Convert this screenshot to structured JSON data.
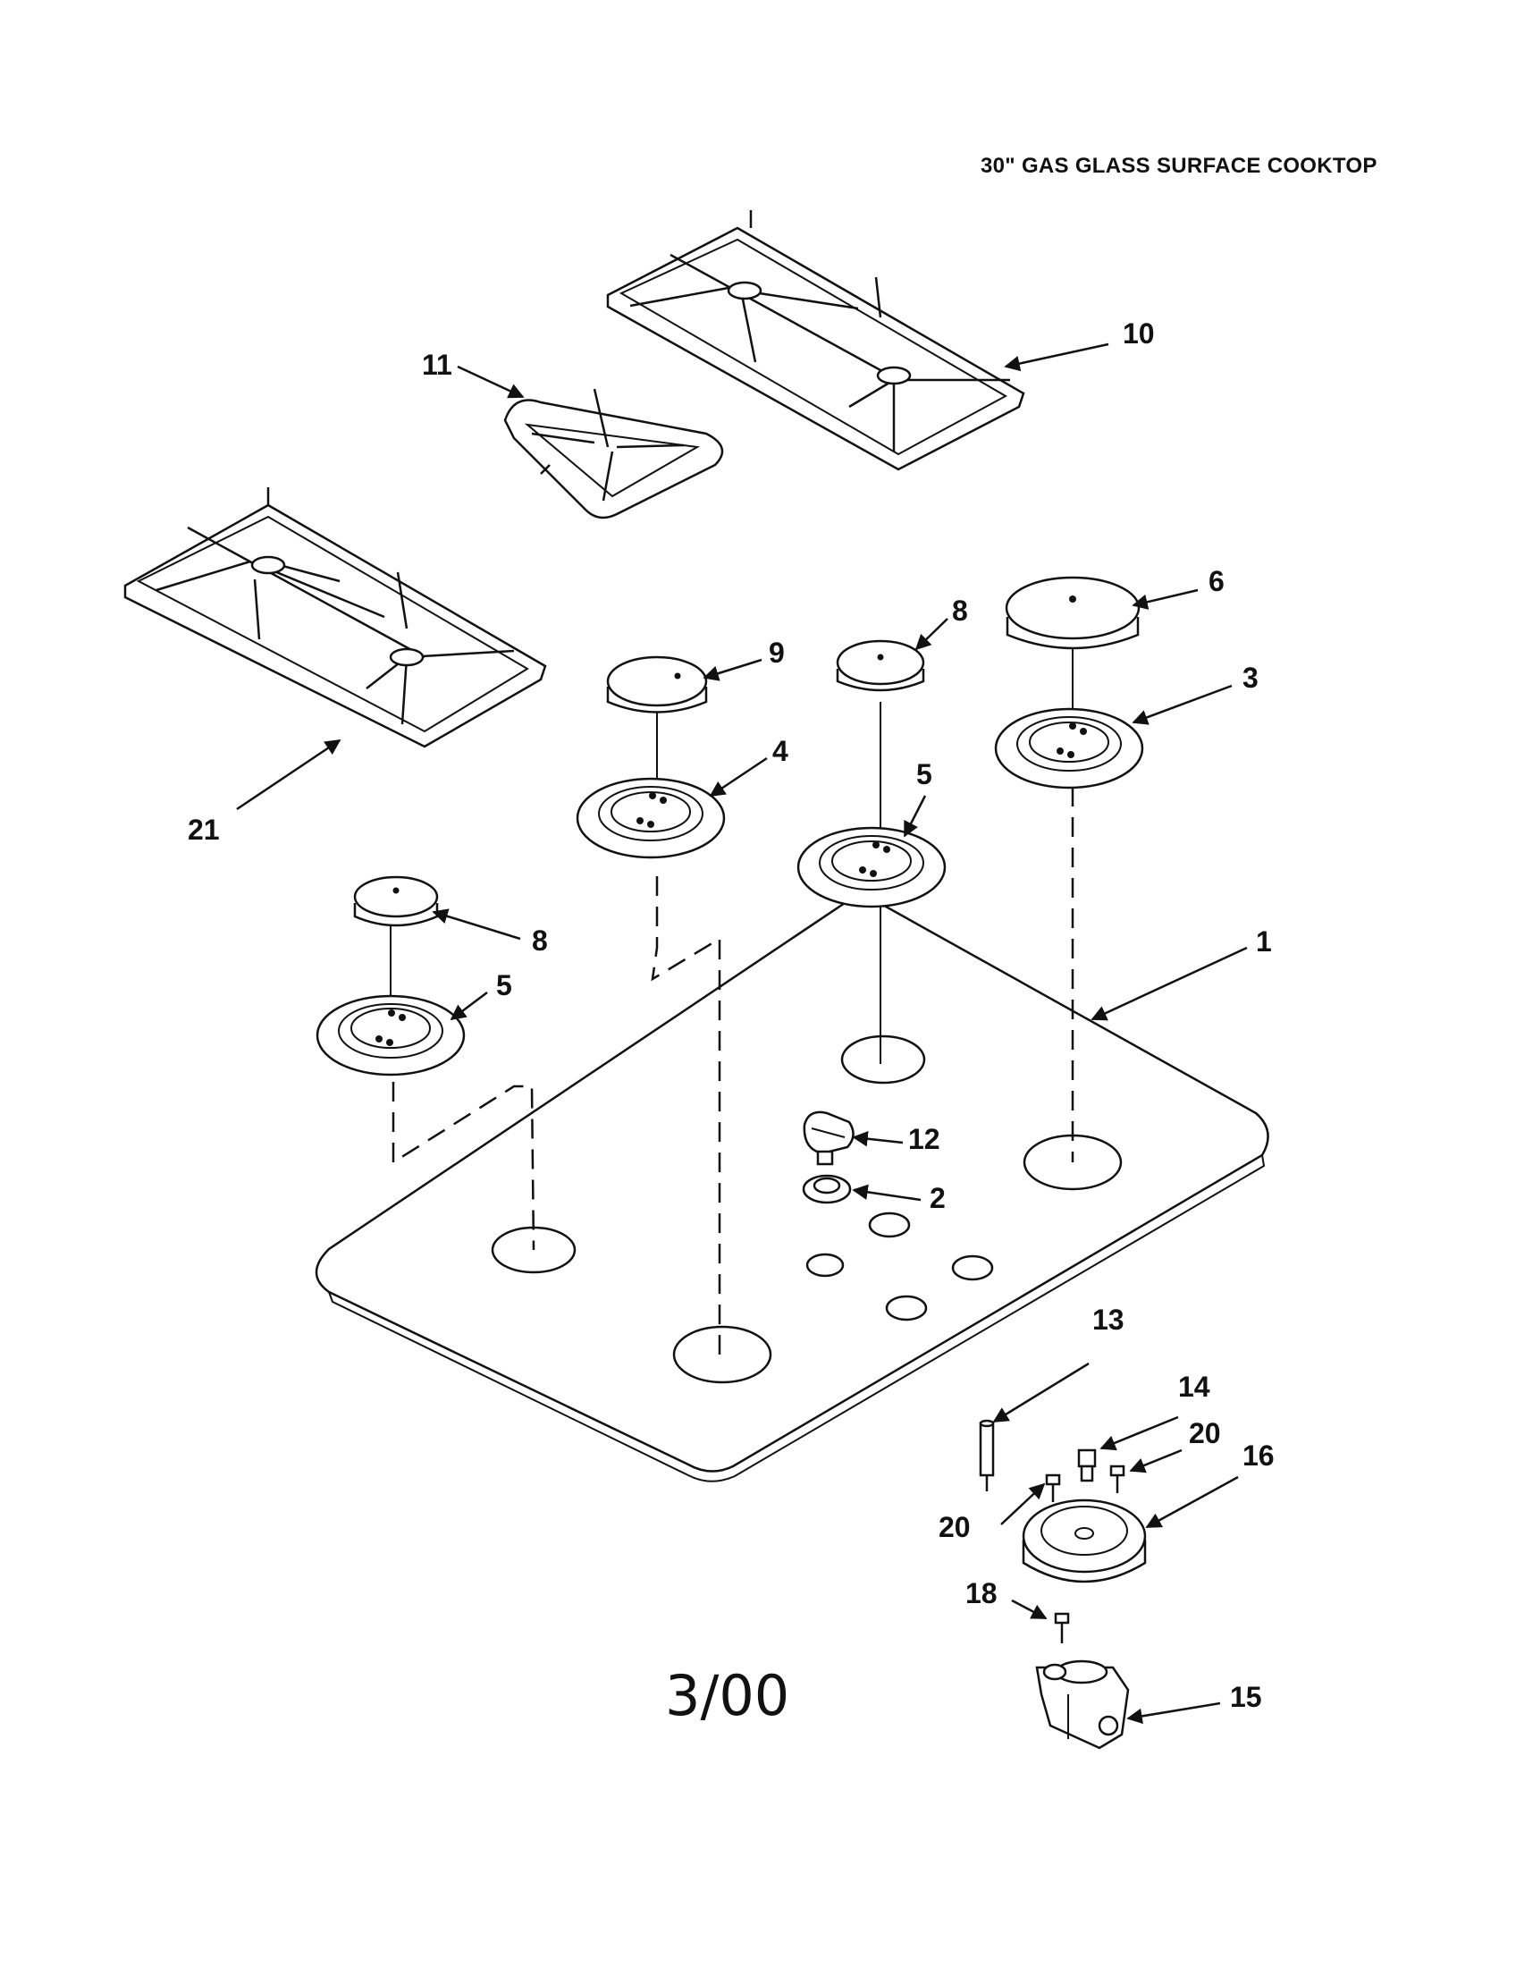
{
  "title": "30\" GAS GLASS SURFACE COOKTOP",
  "date_code": "3/00",
  "callouts": {
    "c1": "1",
    "c2": "2",
    "c3": "3",
    "c4": "4",
    "c5a": "5",
    "c5b": "5",
    "c6": "6",
    "c8a": "8",
    "c8b": "8",
    "c9": "9",
    "c10": "10",
    "c11": "11",
    "c12": "12",
    "c13": "13",
    "c14": "14",
    "c15": "15",
    "c16": "16",
    "c18": "18",
    "c20a": "20",
    "c20b": "20",
    "c21": "21"
  }
}
